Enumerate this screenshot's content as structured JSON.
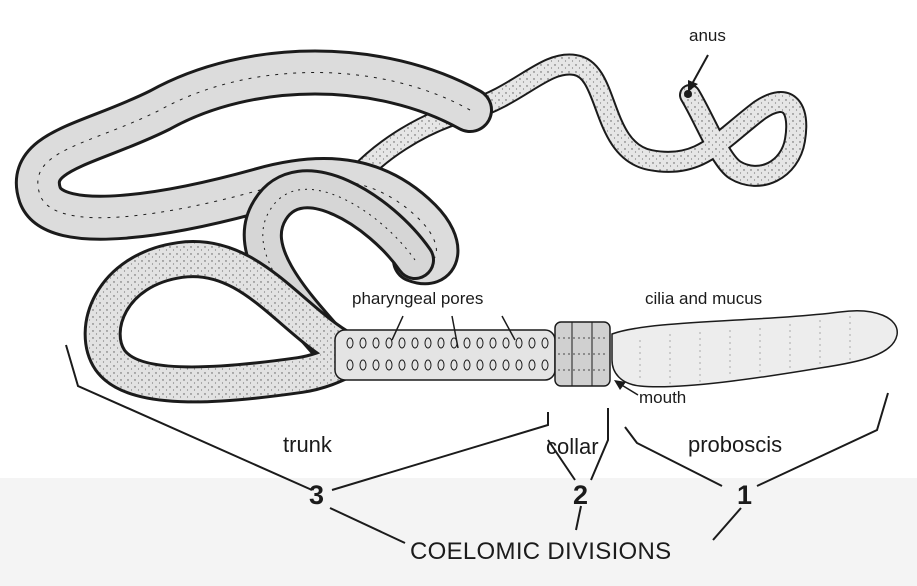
{
  "labels": {
    "anus": "anus",
    "pharyngeal_pores": "pharyngeal pores",
    "cilia_mucus": "cilia and mucus",
    "mouth": "mouth",
    "trunk": "trunk",
    "collar": "collar",
    "proboscis": "proboscis",
    "num_3": "3",
    "num_2": "2",
    "num_1": "1",
    "coelomic": "COELOMIC DIVISIONS"
  },
  "colors": {
    "ink": "#1b1b1b",
    "body_fill": "#dcdcdc",
    "proboscis_fill": "#ededed",
    "band_bg": "#f4f4f4"
  }
}
